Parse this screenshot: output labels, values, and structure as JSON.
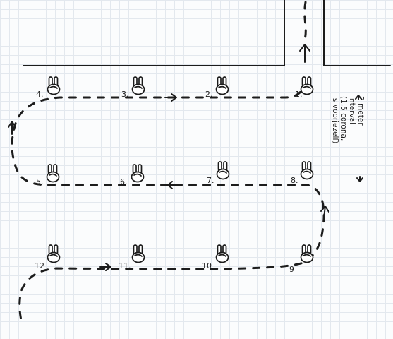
{
  "positions": [
    {
      "label": "1.",
      "icon": "peace-sign-hand-icon"
    },
    {
      "label": "2.",
      "icon": "peace-sign-hand-icon"
    },
    {
      "label": "3.",
      "icon": "peace-sign-hand-icon"
    },
    {
      "label": "4.",
      "icon": "peace-sign-hand-icon"
    },
    {
      "label": "5.",
      "icon": "peace-sign-hand-icon"
    },
    {
      "label": "6.",
      "icon": "peace-sign-hand-icon"
    },
    {
      "label": "7.",
      "icon": "peace-sign-hand-icon"
    },
    {
      "label": "8.",
      "icon": "peace-sign-hand-icon"
    },
    {
      "label": "9",
      "icon": "peace-sign-hand-icon"
    },
    {
      "label": "10",
      "icon": "peace-sign-hand-icon"
    },
    {
      "label": "11.",
      "icon": "peace-sign-hand-icon"
    },
    {
      "label": "12",
      "icon": "peace-sign-hand-icon"
    }
  ],
  "distance_note": {
    "lines": [
      "2 meter",
      "interval",
      "(1,5 corona,",
      "is voorjezelf)"
    ]
  },
  "colors": {
    "ink": "#1c1c1c",
    "grid": "#e3e8ee",
    "paper": "#fbfcfd"
  }
}
